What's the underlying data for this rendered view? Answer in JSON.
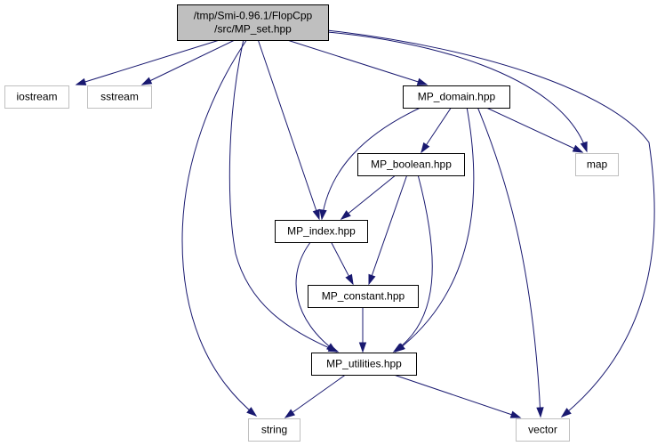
{
  "graph": {
    "colors": {
      "edge": "#191970",
      "root_fill": "#bfbfbf",
      "documented_border": "#000000",
      "external_border": "#bfbfbf",
      "external_text": "#404040",
      "node_fill": "#ffffff"
    },
    "nodes": [
      {
        "id": "mp-set-hpp",
        "lines": [
          "/tmp/Smi-0.96.1/FlopCpp",
          "/src/MP_set.hpp"
        ],
        "kind": "root"
      },
      {
        "id": "iostream",
        "lines": [
          "iostream"
        ],
        "kind": "external"
      },
      {
        "id": "sstream",
        "lines": [
          "sstream"
        ],
        "kind": "external"
      },
      {
        "id": "mp-domain-hpp",
        "lines": [
          "MP_domain.hpp"
        ],
        "kind": "documented"
      },
      {
        "id": "mp-boolean-hpp",
        "lines": [
          "MP_boolean.hpp"
        ],
        "kind": "documented"
      },
      {
        "id": "map",
        "lines": [
          "map"
        ],
        "kind": "external"
      },
      {
        "id": "mp-index-hpp",
        "lines": [
          "MP_index.hpp"
        ],
        "kind": "documented"
      },
      {
        "id": "mp-constant-hpp",
        "lines": [
          "MP_constant.hpp"
        ],
        "kind": "documented"
      },
      {
        "id": "mp-utilities-hpp",
        "lines": [
          "MP_utilities.hpp"
        ],
        "kind": "documented"
      },
      {
        "id": "string",
        "lines": [
          "string"
        ],
        "kind": "external"
      },
      {
        "id": "vector",
        "lines": [
          "vector"
        ],
        "kind": "external"
      }
    ],
    "edges": [
      {
        "from": "mp-set-hpp",
        "to": "iostream"
      },
      {
        "from": "mp-set-hpp",
        "to": "sstream"
      },
      {
        "from": "mp-set-hpp",
        "to": "mp-domain-hpp"
      },
      {
        "from": "mp-set-hpp",
        "to": "map"
      },
      {
        "from": "mp-set-hpp",
        "to": "vector"
      },
      {
        "from": "mp-set-hpp",
        "to": "string"
      },
      {
        "from": "mp-set-hpp",
        "to": "mp-utilities-hpp"
      },
      {
        "from": "mp-set-hpp",
        "to": "mp-index-hpp"
      },
      {
        "from": "mp-domain-hpp",
        "to": "mp-boolean-hpp"
      },
      {
        "from": "mp-domain-hpp",
        "to": "map"
      },
      {
        "from": "mp-domain-hpp",
        "to": "mp-index-hpp"
      },
      {
        "from": "mp-domain-hpp",
        "to": "mp-utilities-hpp"
      },
      {
        "from": "mp-domain-hpp",
        "to": "vector"
      },
      {
        "from": "mp-boolean-hpp",
        "to": "mp-index-hpp"
      },
      {
        "from": "mp-boolean-hpp",
        "to": "mp-constant-hpp"
      },
      {
        "from": "mp-boolean-hpp",
        "to": "mp-utilities-hpp"
      },
      {
        "from": "mp-index-hpp",
        "to": "mp-constant-hpp"
      },
      {
        "from": "mp-index-hpp",
        "to": "mp-utilities-hpp"
      },
      {
        "from": "mp-constant-hpp",
        "to": "mp-utilities-hpp"
      },
      {
        "from": "mp-utilities-hpp",
        "to": "string"
      },
      {
        "from": "mp-utilities-hpp",
        "to": "vector"
      }
    ]
  }
}
